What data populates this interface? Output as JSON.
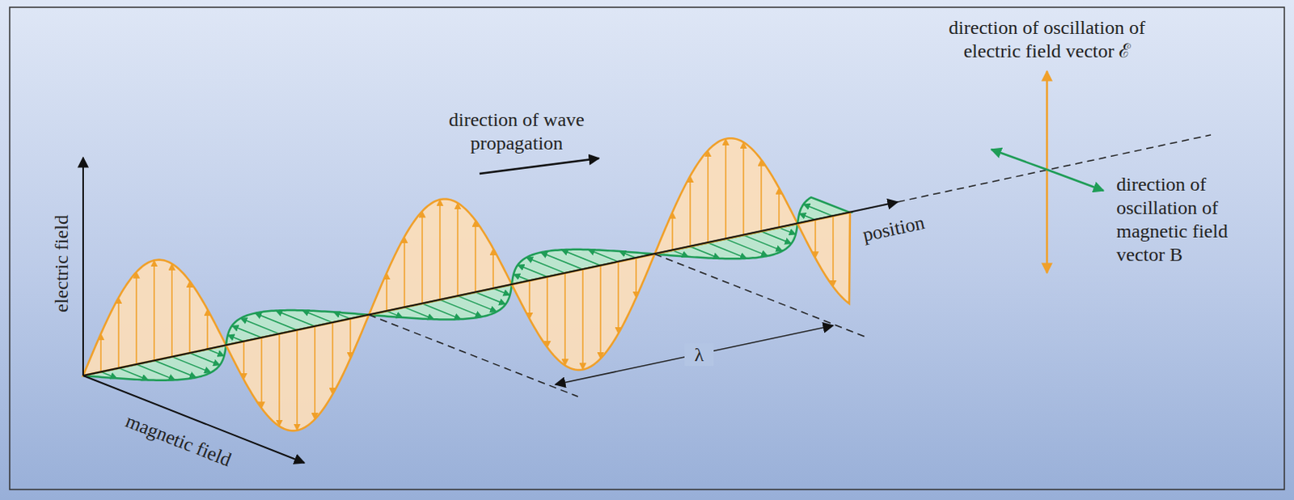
{
  "diagram": {
    "labels": [
      "direction of oscillation of electric field vector ℰ",
      "direction of wave propagation",
      "direction of oscillation of magnetic field vector B",
      "electric field",
      "position",
      "λ",
      "magnetic field"
    ]
  }
}
